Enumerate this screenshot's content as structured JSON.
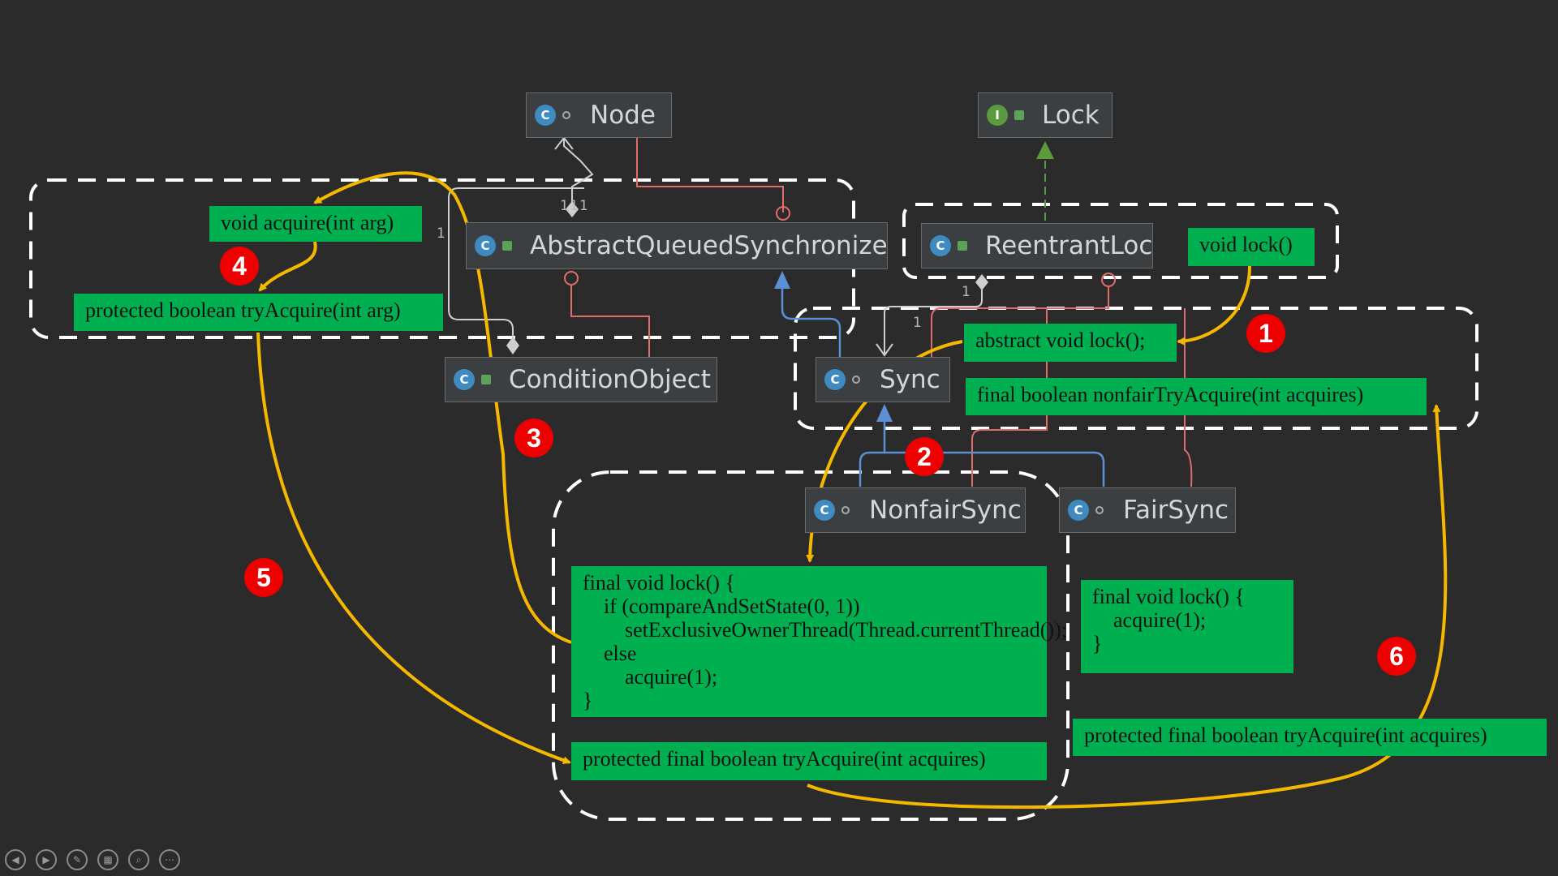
{
  "classes": {
    "node": {
      "name": "Node",
      "kind": "C"
    },
    "lock": {
      "name": "Lock",
      "kind": "I"
    },
    "aqs": {
      "name": "AbstractQueuedSynchronizer",
      "kind": "C"
    },
    "reentrant_lock": {
      "name": "ReentrantLock",
      "kind": "C"
    },
    "condition_object": {
      "name": "ConditionObject",
      "kind": "C"
    },
    "sync": {
      "name": "Sync",
      "kind": "C"
    },
    "nonfair_sync": {
      "name": "NonfairSync",
      "kind": "C"
    },
    "fair_sync": {
      "name": "FairSync",
      "kind": "C"
    }
  },
  "notes": {
    "acquire": "void acquire(int arg)",
    "try_acquire_aqs": "protected boolean tryAcquire(int arg)",
    "lock_reentrant": "void lock()",
    "abstract_lock": "abstract void lock();",
    "nonfair_try_acquire": "final boolean nonfairTryAcquire(int acquires)",
    "nonfair_lock": "final void lock() {\n    if (compareAndSetState(0, 1))\n        setExclusiveOwnerThread(Thread.currentThread());\n    else\n        acquire(1);\n}",
    "nonfair_try_acquire_impl": "protected final boolean tryAcquire(int acquires)",
    "fair_lock": "final void lock() {\n    acquire(1);\n}",
    "fair_try_acquire_impl": "protected final boolean tryAcquire(int acquires)"
  },
  "badges": [
    "1",
    "2",
    "3",
    "4",
    "5",
    "6"
  ],
  "multiplicities": {
    "aqs_node": "1",
    "aqs_node_2": "1",
    "aqs_node_3": "1",
    "condition_left": "1",
    "sync_left": "1",
    "sync_reentrant": "1"
  },
  "colors": {
    "background": "#2b2b2b",
    "note": "#00b050",
    "flow_arrow": "#f5b800",
    "badge": "#ee0000",
    "inheritance": "#5b8fd6",
    "inner_class": "#e06c6c",
    "association": "#cfcfcf",
    "implements": "#5b9b3e"
  },
  "icons": [
    "class-icon",
    "interface-icon",
    "package-private-dot-icon",
    "public-lock-icon"
  ],
  "slideshow_controls": [
    "previous-slide-icon",
    "next-slide-icon",
    "pen-icon",
    "slide-sorter-icon",
    "zoom-icon",
    "more-options-icon"
  ]
}
